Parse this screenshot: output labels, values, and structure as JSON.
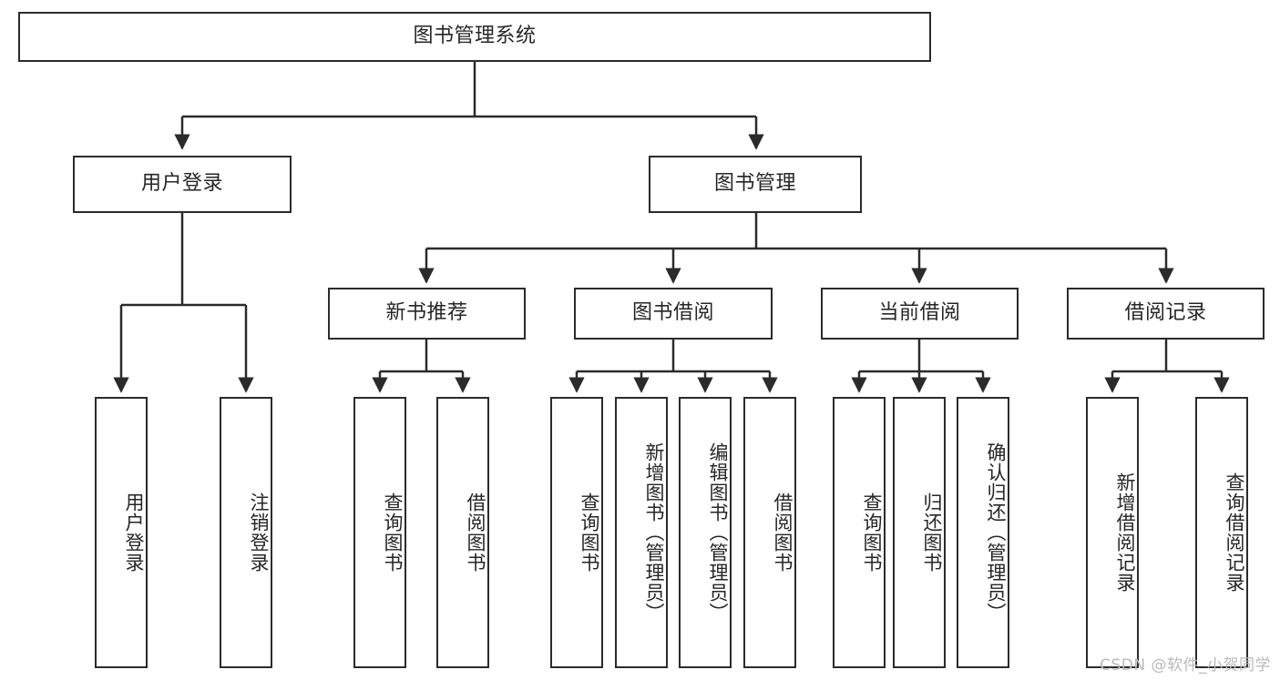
{
  "diagram": {
    "type": "tree",
    "title": "图书管理系统",
    "watermark": "CSDN @软件_小贺同学",
    "colors": {
      "border": "#2b2b2b",
      "text": "#262626",
      "background": "#ffffff",
      "connector": "#2b2b2b",
      "watermark": "#b9b9b9"
    },
    "nodes": {
      "root": "图书管理系统",
      "level1": [
        "用户登录",
        "图书管理"
      ],
      "level2": [
        "新书推荐",
        "图书借阅",
        "当前借阅",
        "借阅记录"
      ],
      "leaves": {
        "user_login": [
          "用户登录",
          "注销登录"
        ],
        "new_book_recommend": [
          "查询图书",
          "借阅图书"
        ],
        "book_borrow": [
          "查询图书",
          "新增图书（管理员）",
          "编辑图书（管理员）",
          "借阅图书"
        ],
        "current_borrow": [
          "查询图书",
          "归还图书",
          "确认归还（管理员）"
        ],
        "borrow_record": [
          "新增借阅记录",
          "查询借阅记录"
        ]
      }
    }
  }
}
